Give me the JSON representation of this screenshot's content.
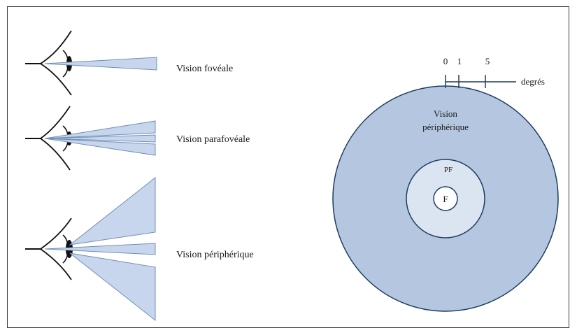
{
  "figure": {
    "eye_views": [
      {
        "id": "foveal",
        "label": "Vision fovéale"
      },
      {
        "id": "parafoveal",
        "label": "Vision parafovéale"
      },
      {
        "id": "peripheral",
        "label": "Vision périphérique"
      }
    ],
    "field_diagram": {
      "center_label": "F",
      "ring_label": "PF",
      "outer_label_line1": "Vision",
      "outer_label_line2": "périphérique",
      "scale_ticks": [
        "0",
        "1",
        "5"
      ],
      "scale_unit": "degrés"
    }
  },
  "colors": {
    "outer_fill": "#b5c7e0",
    "ring_fill": "#dbe4f1",
    "center_fill": "#ffffff",
    "stroke": "#1e3c5f",
    "beam_fill": "#c7d6ec",
    "beam_stroke": "#6f8fb6"
  }
}
